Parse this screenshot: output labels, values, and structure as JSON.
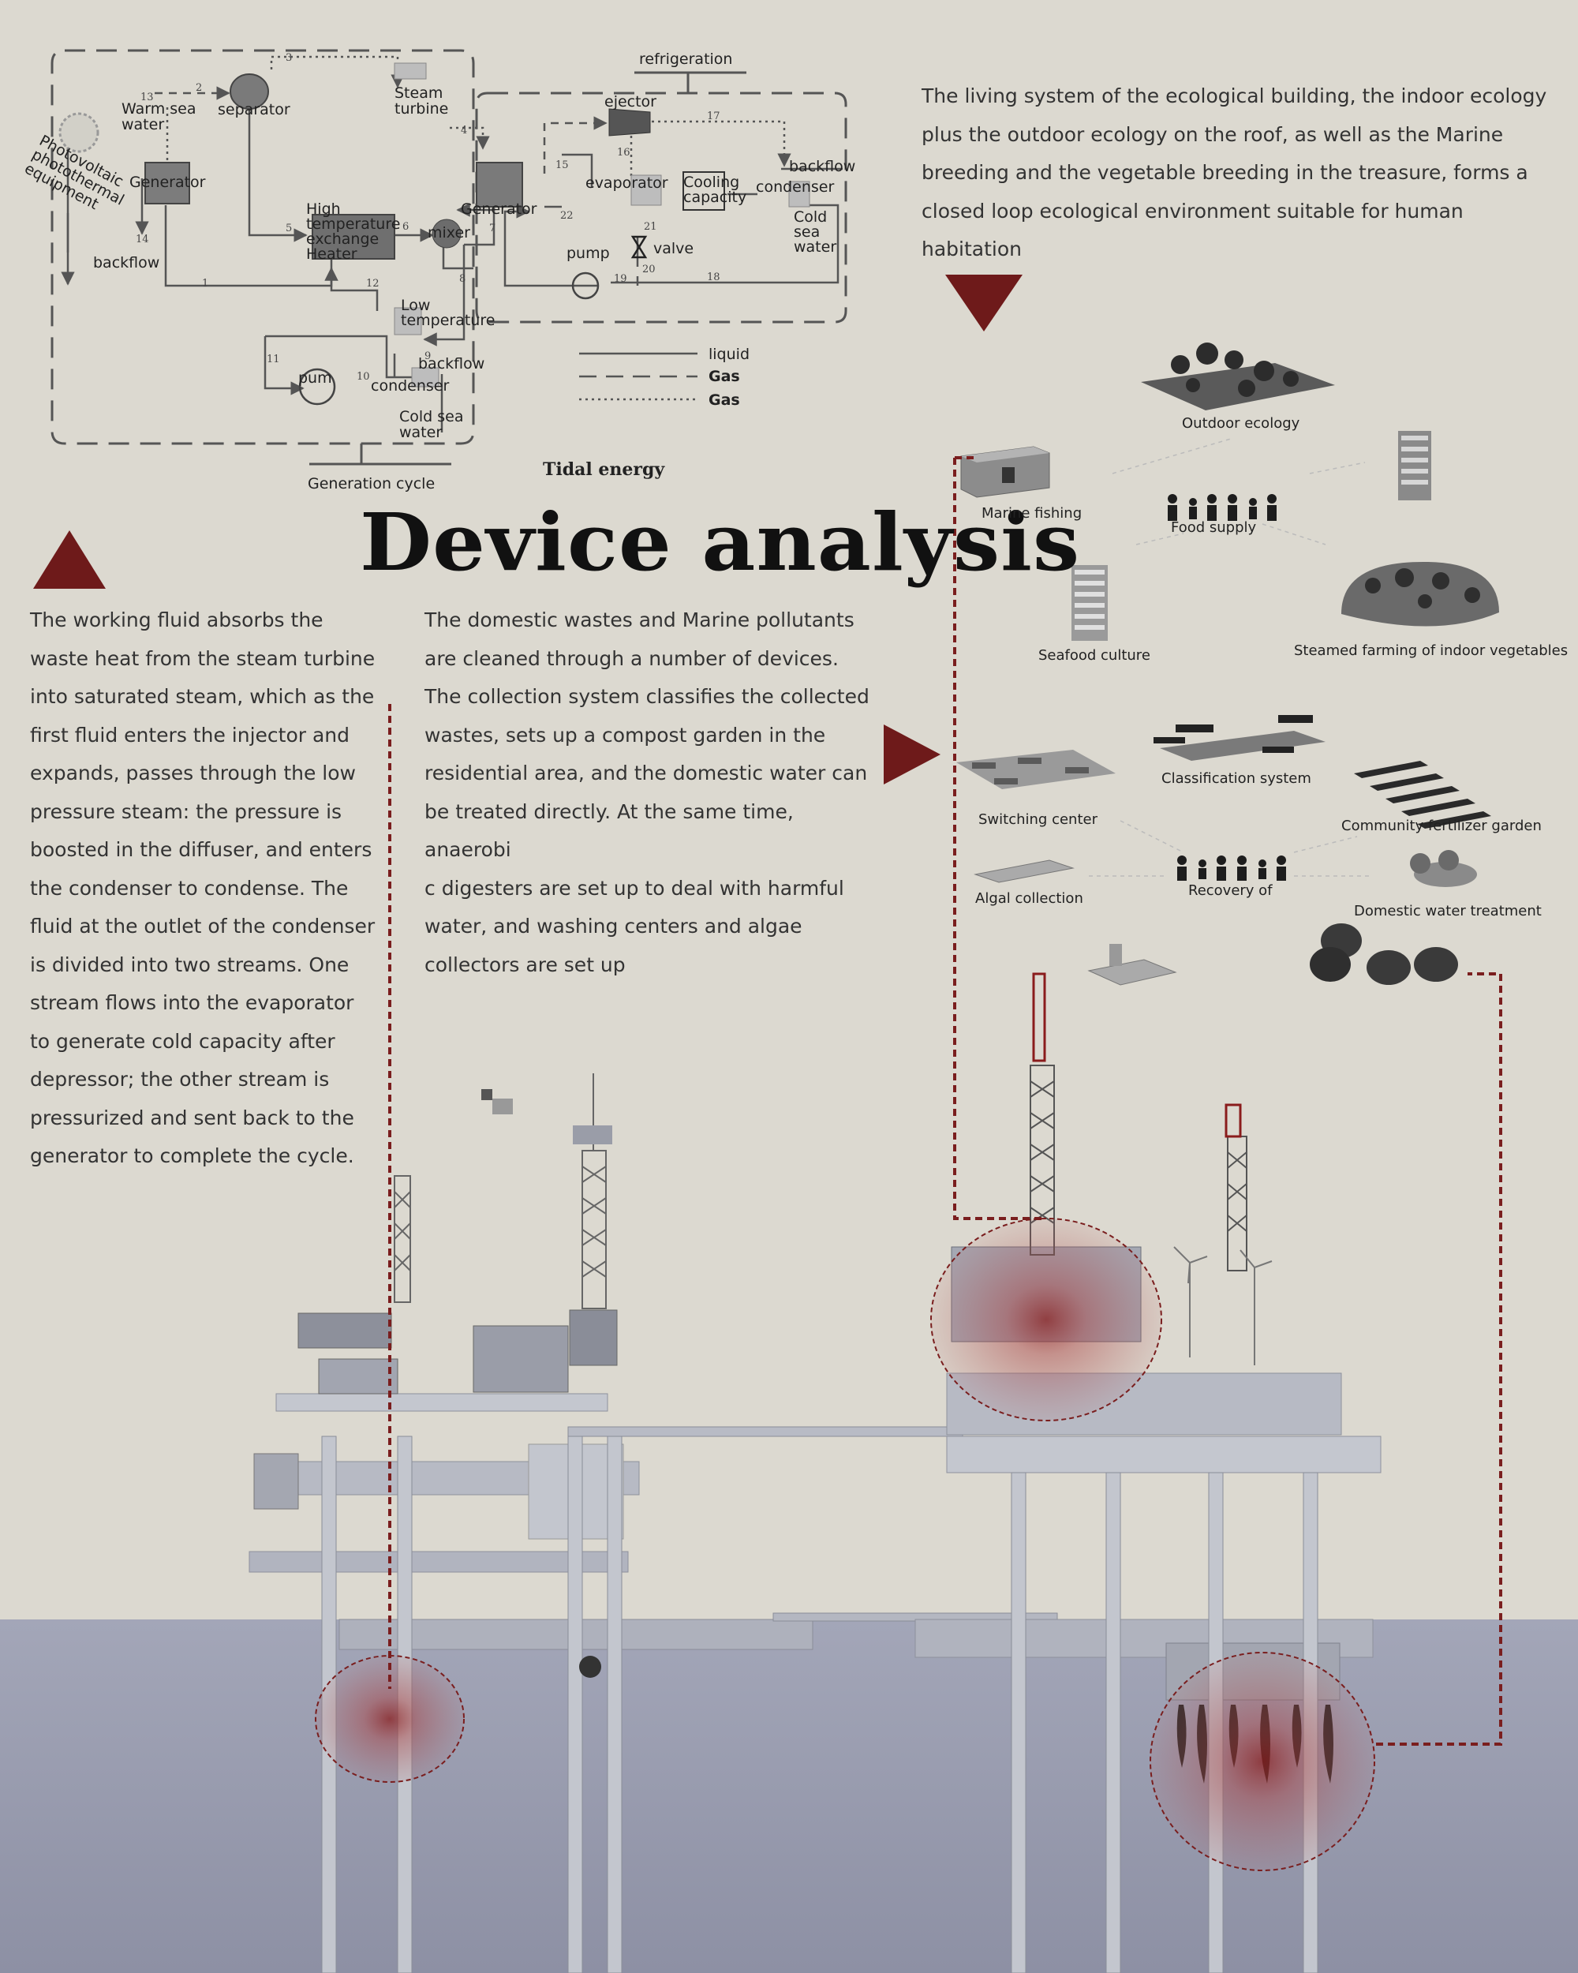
{
  "title": "Device analysis",
  "subtitle": "Tidal energy",
  "paragraphs": {
    "top_right": "The living system of the ecological building, the indoor ecology plus the outdoor ecology on the roof, as well as the Marine breeding and the vegetable breeding in the treasure, forms a closed loop ecological environment suitable for human habitation",
    "left": "The working fluid absorbs the waste heat from the steam turbine into saturated steam, which as the first fluid enters the injector and expands, passes through the low pressure steam: the pressure is boosted in the diffuser, and enters the condenser to condense. The fluid at the outlet of the condenser is divided into two streams. One stream flows into the evaporator to generate cold capacity after depressor; the other stream is pressurized and sent back to the generator to complete the cycle.",
    "middle": "The domestic wastes and Marine pollutants are cleaned through a number of devices. The collection system classifies the collected wastes, sets up a compost garden in the residential area, and the domestic water can be treated directly. At the same time, anaerobi\nc digesters are set up to deal with harmful water, and washing centers and algae collectors are set up"
  },
  "cycle_diagram": {
    "refrigeration_label": "refrigeration",
    "generation_label": "Generation cycle",
    "components": {
      "photovoltaic": "Photovoltaic photothermal equipment",
      "warm_sea_water": "Warm sea water",
      "separator": "separator",
      "steam_turbine": "Steam turbine",
      "generator_left": "Generator",
      "heater": "High temperature exchange Heater",
      "mixer": "mixer",
      "generator_right": "Generator",
      "backflow_left": "backflow",
      "low_temperature": "Low temperature",
      "backflow_bottom": "backflow",
      "pump_bottom": "pum",
      "condenser": "condenser",
      "cold_sea_water_bottom": "Cold sea water",
      "ejector": "ejector",
      "evaporator": "evaporator",
      "cooling_capacity": "Cooling capacity",
      "condenser_right": "condenser",
      "backflow_right": "backflow",
      "cold_sea_water_right": "Cold sea water",
      "valve": "valve",
      "pump_right": "pump"
    },
    "stream_numbers": [
      "1",
      "2",
      "3",
      "4",
      "5",
      "6",
      "7",
      "8",
      "9",
      "10",
      "11",
      "12",
      "13",
      "14",
      "15",
      "16",
      "17",
      "18",
      "19",
      "20",
      "21",
      "22"
    ],
    "legend": [
      {
        "label": "liquid",
        "style": "solid"
      },
      {
        "label": "Gas",
        "style": "dashed"
      },
      {
        "label": "Gas",
        "style": "dotted"
      }
    ]
  },
  "ecology": {
    "outdoor_ecology": "Outdoor ecology",
    "marine_fishing": "Marine fishing",
    "food_supply": "Food supply",
    "seafood_culture": "Seafood culture",
    "steamed_farming": "Steamed farming of indoor vegetables"
  },
  "waste": {
    "classification_system": "Classification system",
    "switching_center": "Switching center",
    "community_garden": "Community fertilizer garden",
    "algal_collection": "Algal collection",
    "recovery": "Recovery of",
    "domestic_water": "Domestic water treatment"
  },
  "colors": {
    "background": "#dcd9d0",
    "sea": "#9a9db0",
    "accent_red": "#6e1a1a",
    "structure": "#b9bcc6"
  }
}
